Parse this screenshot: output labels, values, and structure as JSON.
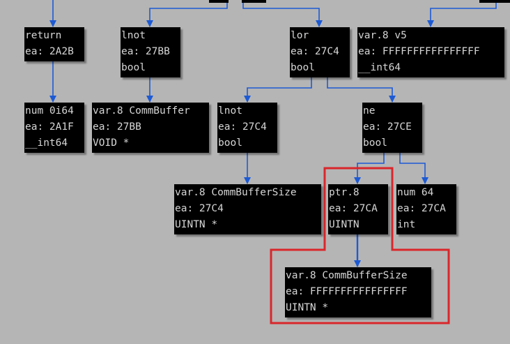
{
  "colors": {
    "edge": "#1d5ad4",
    "highlight": "#d9262b",
    "background": "#b5b5b5",
    "node": "#000000",
    "text": "#d6d6d6"
  },
  "nodes": [
    {
      "id": "return",
      "lines": [
        "return",
        "ea: 2A2B"
      ]
    },
    {
      "id": "num-0i64",
      "lines": [
        "num 0i64",
        "ea: 2A1F",
        "__int64"
      ]
    },
    {
      "id": "lnot-27bb",
      "lines": [
        "lnot",
        "ea: 27BB",
        "bool"
      ]
    },
    {
      "id": "var-commbuffer",
      "lines": [
        "var.8 CommBuffer",
        "ea: 27BB",
        "VOID *"
      ]
    },
    {
      "id": "lnot-27c4",
      "lines": [
        "lnot",
        "ea: 27C4",
        "bool"
      ]
    },
    {
      "id": "lor",
      "lines": [
        "lor",
        "ea: 27C4",
        "bool"
      ]
    },
    {
      "id": "var-v5",
      "lines": [
        "var.8 v5",
        "ea: FFFFFFFFFFFFFFFF",
        "__int64"
      ]
    },
    {
      "id": "ne",
      "lines": [
        "ne",
        "ea: 27CE",
        "bool"
      ]
    },
    {
      "id": "var-commbuffersize-27c4",
      "lines": [
        "var.8 CommBufferSize",
        "ea: 27C4",
        "UINTN *"
      ]
    },
    {
      "id": "ptr",
      "lines": [
        "ptr.8",
        "ea: 27CA",
        "UINTN"
      ]
    },
    {
      "id": "num-64",
      "lines": [
        "num 64",
        "ea: 27CA",
        "int"
      ]
    },
    {
      "id": "var-commbuffersize-ffff",
      "lines": [
        "var.8 CommBufferSize",
        "ea: FFFFFFFFFFFFFFFF",
        "UINTN *"
      ]
    }
  ]
}
